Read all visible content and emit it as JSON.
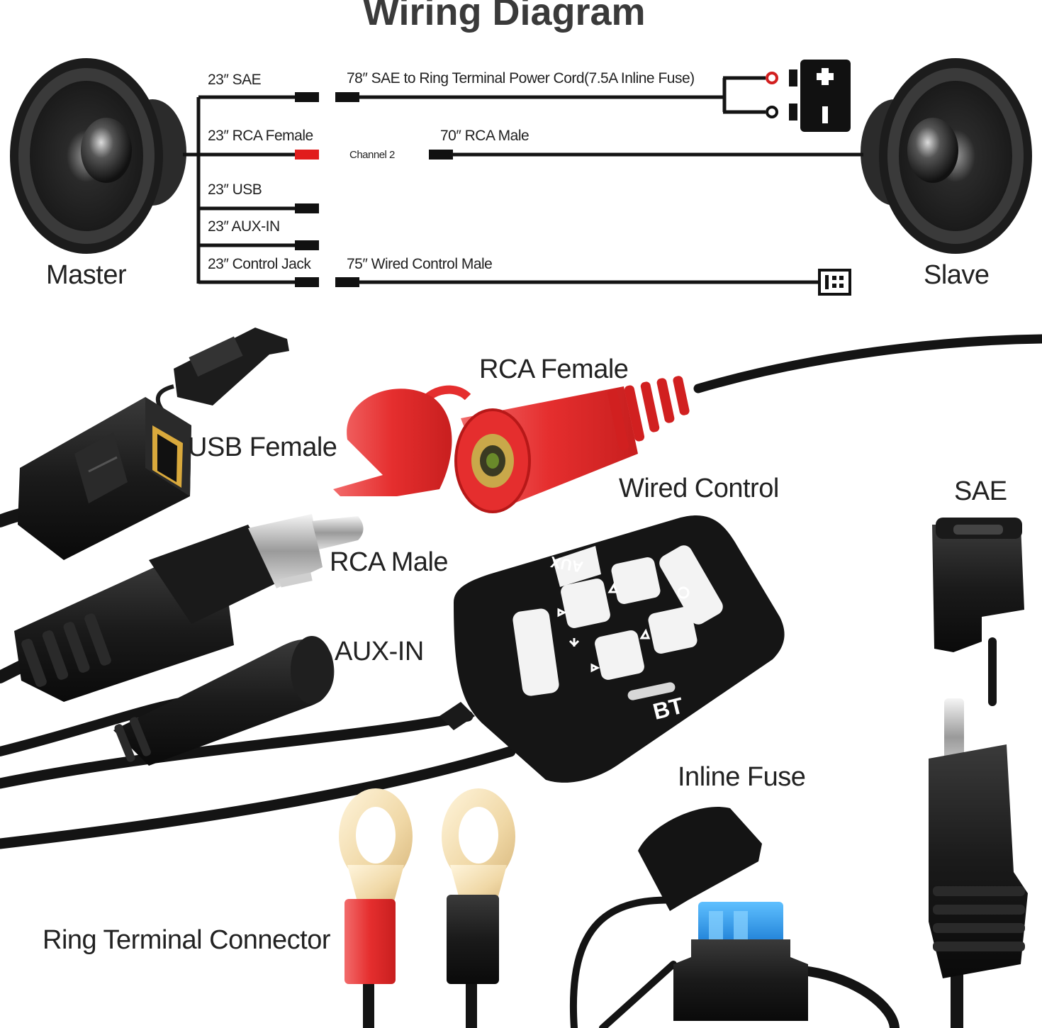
{
  "diagram": {
    "title": "Wiring Diagram",
    "master_label": "Master",
    "slave_label": "Slave",
    "wires_left": {
      "sae": "23″ SAE",
      "rca_female": "23″ RCA Female",
      "usb": "23″ USB",
      "aux_in": "23″ AUX-IN",
      "control_jack": "23″ Control Jack"
    },
    "wires_right": {
      "power_cord": "78″ SAE to Ring Terminal Power Cord(7.5A Inline Fuse)",
      "channel": "Channel 2",
      "rca_male": "70″ RCA Male",
      "wired_control_male": "75″ Wired Control Male"
    }
  },
  "components": {
    "rca_female": "RCA Female",
    "usb_female": "USB Female",
    "wired_control": "Wired Control",
    "sae": "SAE",
    "rca_male": "RCA Male",
    "aux_in": "AUX-IN",
    "inline_fuse": "Inline Fuse",
    "ring_terminal": "Ring Terminal Connector"
  },
  "remote": {
    "aux_label": "AUX",
    "bt_label": "BT"
  },
  "colors": {
    "rca_red": "#e52e2e",
    "fuse_blue": "#1e90e6",
    "cable": "#141414"
  }
}
